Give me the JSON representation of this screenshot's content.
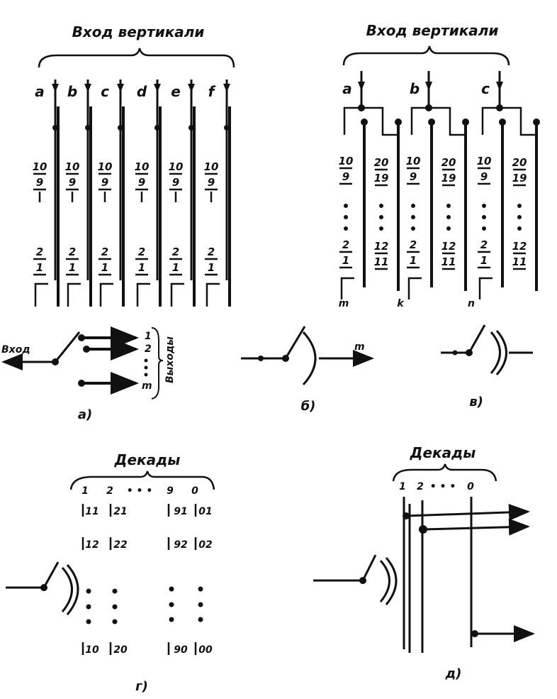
{
  "panel_a": {
    "title": "Вход вертикали",
    "columns": [
      "a",
      "b",
      "c",
      "d",
      "e",
      "f"
    ],
    "top_fraction": [
      "10",
      "9"
    ],
    "bottom_fraction": [
      "2",
      "1"
    ],
    "symbol_input": "Вход",
    "symbol_outputs": [
      "1",
      "2",
      "m"
    ],
    "symbol_outputs_group": "Выходы",
    "caption": "а)"
  },
  "panel_b": {
    "title": "Вход вертикали",
    "inputs": [
      "a",
      "b",
      "c"
    ],
    "upper_left": [
      "10",
      "9"
    ],
    "upper_right": [
      "20",
      "19"
    ],
    "lower_left": [
      "2",
      "1"
    ],
    "lower_right": [
      "12",
      "11"
    ],
    "bottom_marks": [
      "m",
      "k",
      "n"
    ],
    "symbol_output": "m",
    "caption": "б)"
  },
  "panel_v": {
    "caption": "в)"
  },
  "panel_g": {
    "title": "Декады",
    "decades": [
      "1",
      "2",
      "• • •",
      "9",
      "0"
    ],
    "rows": [
      [
        "11",
        "21",
        "91",
        "01"
      ],
      [
        "12",
        "22",
        "92",
        "02"
      ],
      [
        "10",
        "20",
        "90",
        "00"
      ]
    ],
    "caption": "г)"
  },
  "panel_d": {
    "title": "Декады",
    "decades": [
      "1",
      "2",
      "• • •",
      "0"
    ],
    "caption": "д)"
  }
}
